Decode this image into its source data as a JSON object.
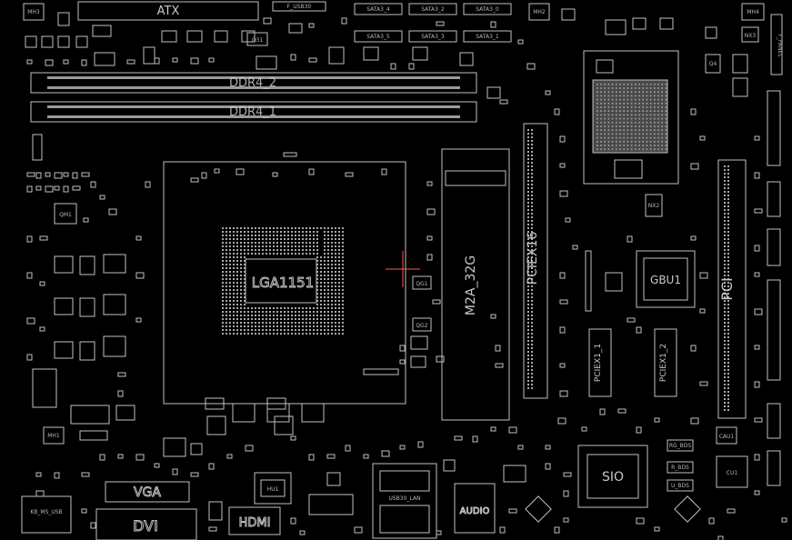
{
  "board": {
    "labels": {
      "atx": "ATX",
      "ddr4_2": "DDR4_2",
      "ddr4_1": "DDR4_1",
      "socket": "LGA1151",
      "m2": "M2A_32G",
      "pciex16": "PCIEX16",
      "pci": "PCI",
      "gbu1": "GBU1",
      "pciex1_1": "PCIEX1_1",
      "pciex1_2": "PCIEX1_2",
      "sio": "SIO",
      "cu1": "CU1",
      "vga": "VGA",
      "dvi": "DVI",
      "hdmi": "HDMI",
      "hu1": "HU1",
      "usb_lan": "USB30_LAN",
      "audio": "AUDIO",
      "kb_ms_usb": "KB_MS_USB",
      "f_panel": "F_PANEL",
      "q31": "Q31",
      "q4": "Q4",
      "nx2": "NX2",
      "sata": [
        "SATA3_4",
        "SATA3_2",
        "SATA3_0",
        "SATA3_5",
        "SATA3_3",
        "SATA3_1"
      ],
      "mini": [
        "RG_BDS",
        "R_BDS",
        "U_BDS",
        "CAU1",
        "QM1",
        "QG1",
        "QG2",
        "MH3",
        "MH2",
        "MH4",
        "MH1",
        "F_USB30",
        "NX3"
      ]
    },
    "colors": {
      "background": "#000000",
      "outline": "#bfbfbf",
      "text": "#c8c8c8"
    }
  }
}
